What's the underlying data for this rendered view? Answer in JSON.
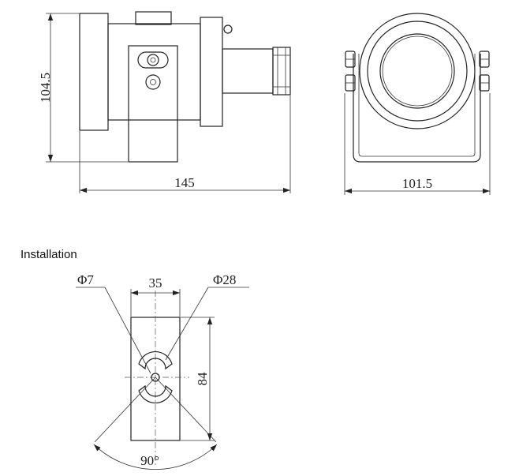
{
  "drawing": {
    "side_view": {
      "height_dim": "104.5",
      "length_dim": "145"
    },
    "front_view": {
      "width_dim": "101.5"
    },
    "installation": {
      "caption": "Installation",
      "hole_diameter": "Φ7",
      "slot_spacing": "35",
      "circle_diameter": "Φ28",
      "plate_height": "84",
      "slot_angle": "90°"
    }
  }
}
